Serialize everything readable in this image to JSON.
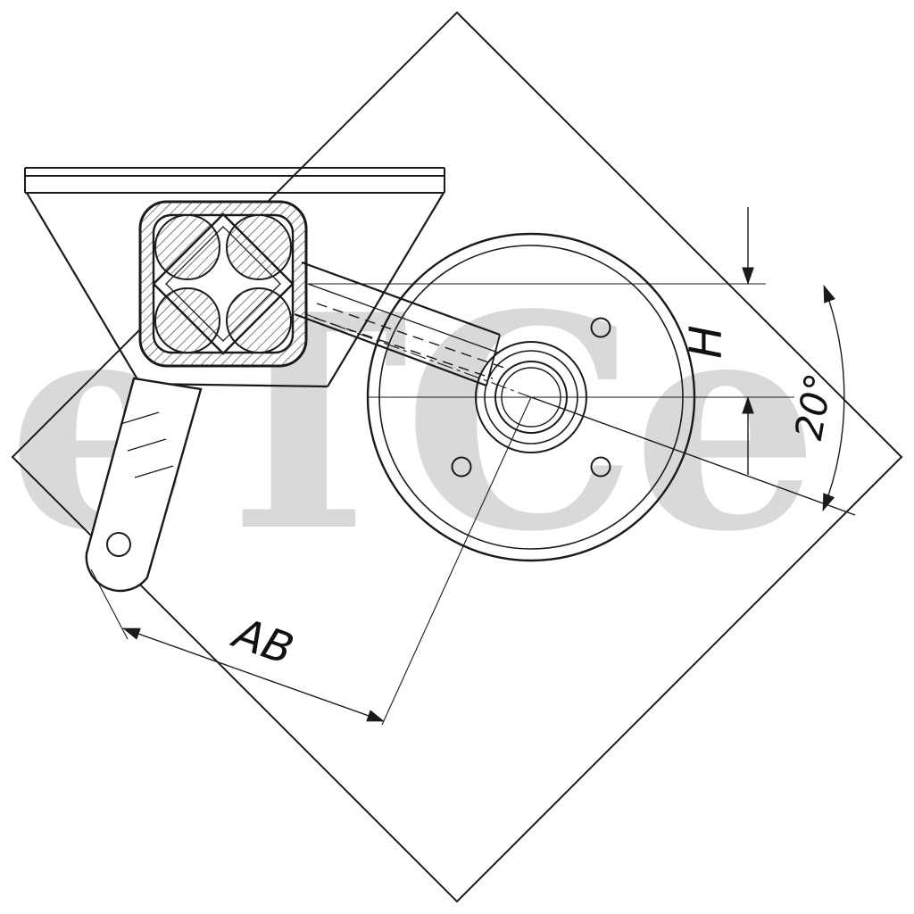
{
  "diagram": {
    "labels": {
      "dim_ab": "AB",
      "dim_h": "H",
      "dim_angle": "20°"
    },
    "watermark": "eTCe",
    "colors": {
      "background": "#ffffff",
      "line": "#1a1a1a",
      "watermark": "#d9d9d9"
    }
  }
}
